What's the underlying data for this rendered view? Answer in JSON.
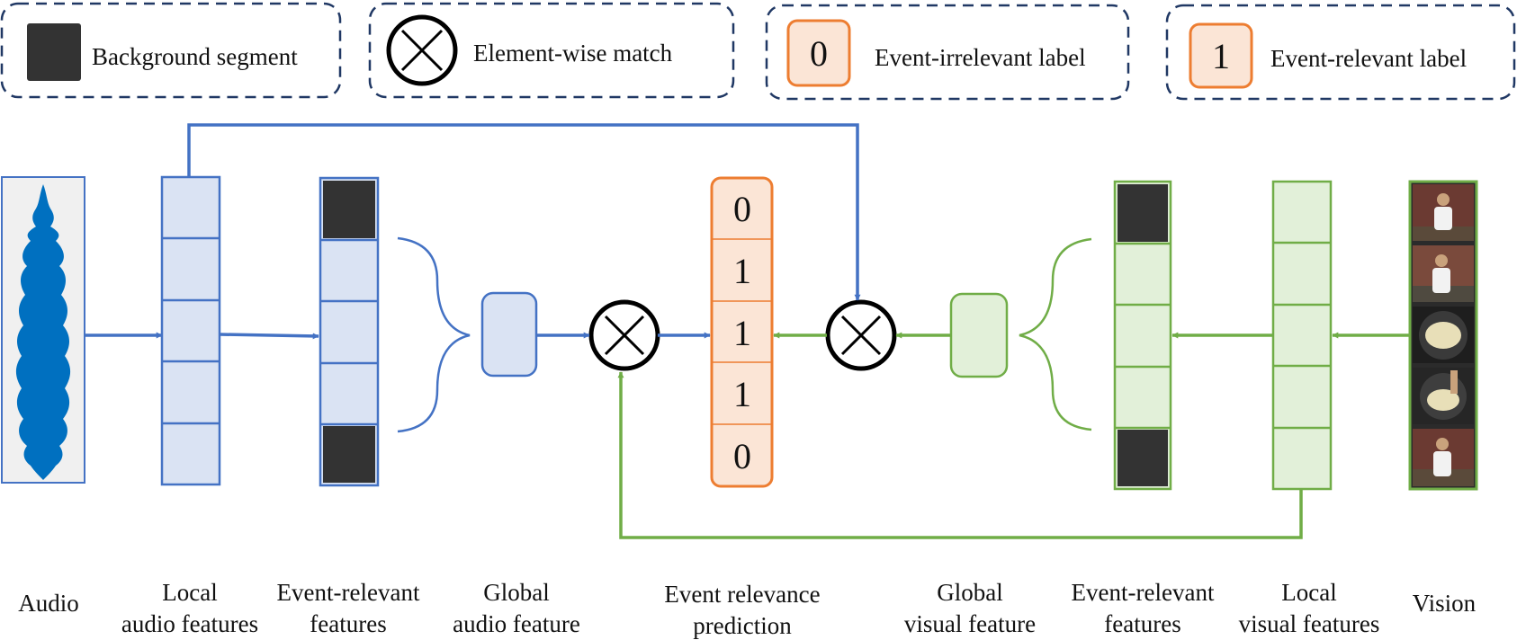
{
  "legend": {
    "background_segment": "Background segment",
    "element_wise_match": "Element-wise match",
    "irrelevant_symbol": "0",
    "irrelevant_label": "Event-irrelevant label",
    "relevant_symbol": "1",
    "relevant_label": "Event-relevant label"
  },
  "prediction": {
    "values": [
      "0",
      "1",
      "1",
      "1",
      "0"
    ]
  },
  "captions": {
    "audio": "Audio",
    "local_audio_1": "Local",
    "local_audio_2": "audio features",
    "er_audio_1": "Event-relevant",
    "er_audio_2": "features",
    "global_audio_1": "Global",
    "global_audio_2": "audio feature",
    "prediction_1": "Event relevance",
    "prediction_2": "prediction",
    "global_visual_1": "Global",
    "global_visual_2": "visual feature",
    "er_visual_1": "Event-relevant",
    "er_visual_2": "features",
    "local_visual_1": "Local",
    "local_visual_2": "visual features",
    "vision": "Vision"
  },
  "colors": {
    "audio_stroke": "#4472c4",
    "audio_fill": "#dae3f3",
    "visual_stroke": "#70ad47",
    "visual_fill": "#e2f0d9",
    "label_stroke": "#ed7d31",
    "label_fill": "#fbe5d6",
    "background_segment": "#333333",
    "legend_border": "#203864",
    "waveform": "#0070c0"
  }
}
